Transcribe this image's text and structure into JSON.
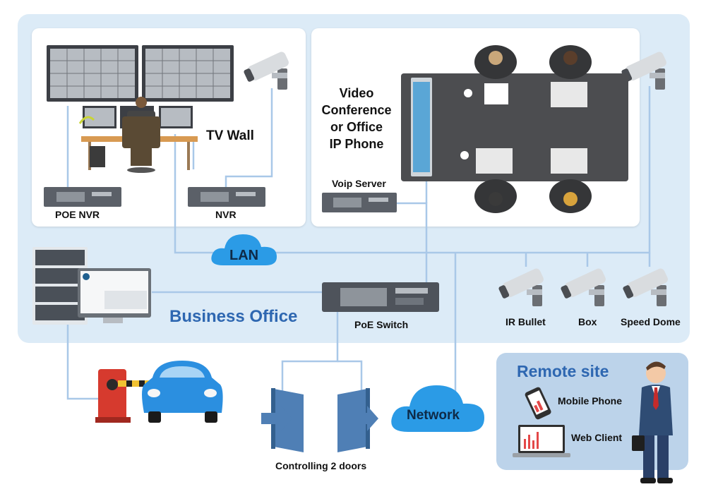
{
  "labels": {
    "poe_nvr": "POE NVR",
    "nvr": "NVR",
    "tv_wall": "TV Wall",
    "video_conference_line1": "Video",
    "video_conference_line2": "Conference",
    "video_conference_line3": "or Office",
    "video_conference_line4": "IP Phone",
    "voip_server": "Voip Server",
    "lan": "LAN",
    "business_office": "Business Office",
    "poe_switch": "PoE Switch",
    "ir_bullet": "IR Bullet",
    "box": "Box",
    "speed_dome": "Speed Dome",
    "controlling_doors": "Controlling 2 doors",
    "network": "Network",
    "remote_site": "Remote site",
    "mobile_phone": "Mobile Phone",
    "web_client": "Web Client"
  },
  "colors": {
    "office_bg": "#dcebf7",
    "remote_bg": "#bcd3ea",
    "line": "#a9c8e8",
    "cloud": "#2b9be6",
    "title_blue": "#2e67b1",
    "car": "#2b8fe0",
    "barrier": "#d63a2e"
  },
  "icons": [
    "camera-icon",
    "nvr-icon",
    "server-icon",
    "monitor-icon",
    "car-icon",
    "barrier-icon",
    "door-icon",
    "phone-icon",
    "laptop-icon",
    "businessman-icon",
    "cloud-icon"
  ]
}
